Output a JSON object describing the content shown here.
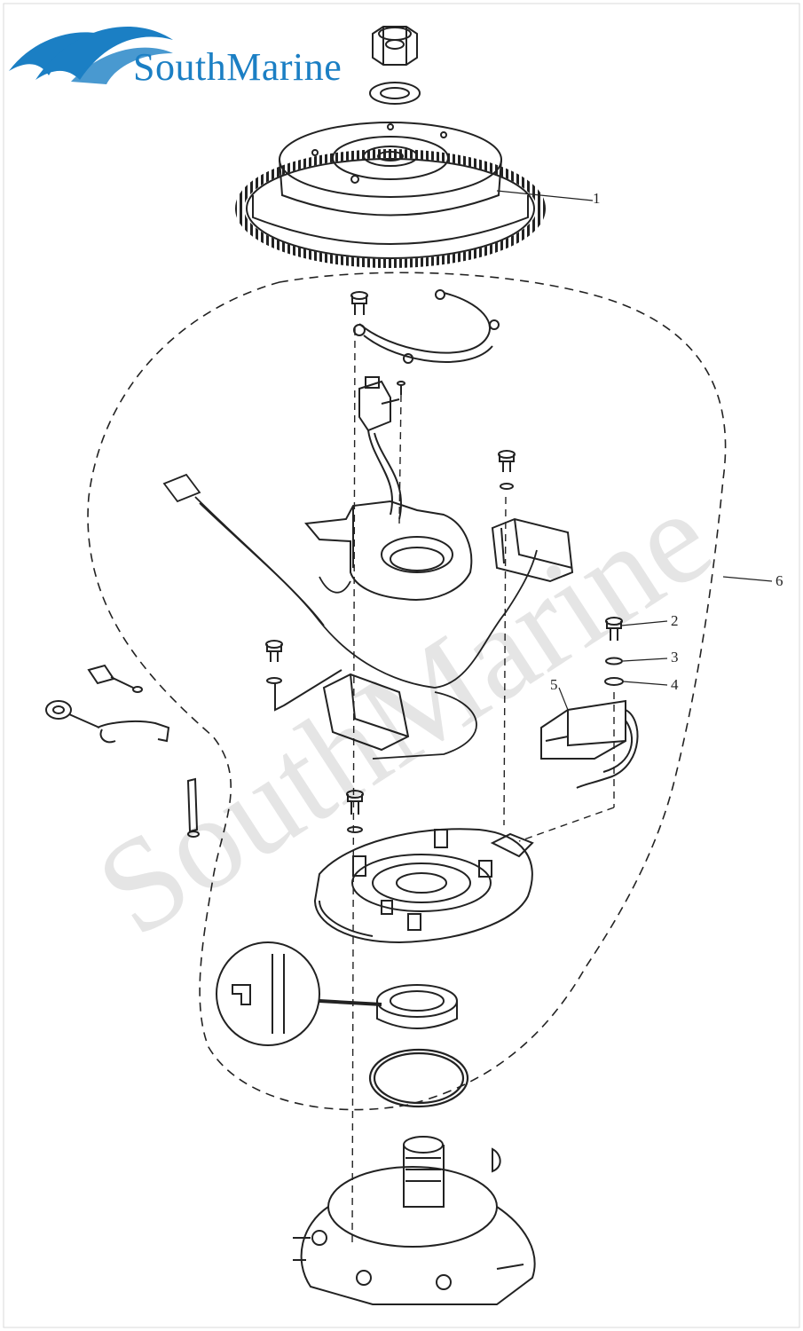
{
  "brand": {
    "name": "SouthMarine",
    "color": "#1b7fc4",
    "logo_icon": "wave-logo-icon"
  },
  "watermark": {
    "text": "SouthMarine"
  },
  "callouts": [
    {
      "label": "1",
      "part": "flywheel"
    },
    {
      "label": "2",
      "part": "screw"
    },
    {
      "label": "3",
      "part": "lock-washer"
    },
    {
      "label": "4",
      "part": "washer"
    },
    {
      "label": "5",
      "part": "ignition-coil"
    },
    {
      "label": "6",
      "part": "stator-assembly"
    }
  ],
  "colors": {
    "line": "#222222",
    "background": "#ffffff"
  }
}
